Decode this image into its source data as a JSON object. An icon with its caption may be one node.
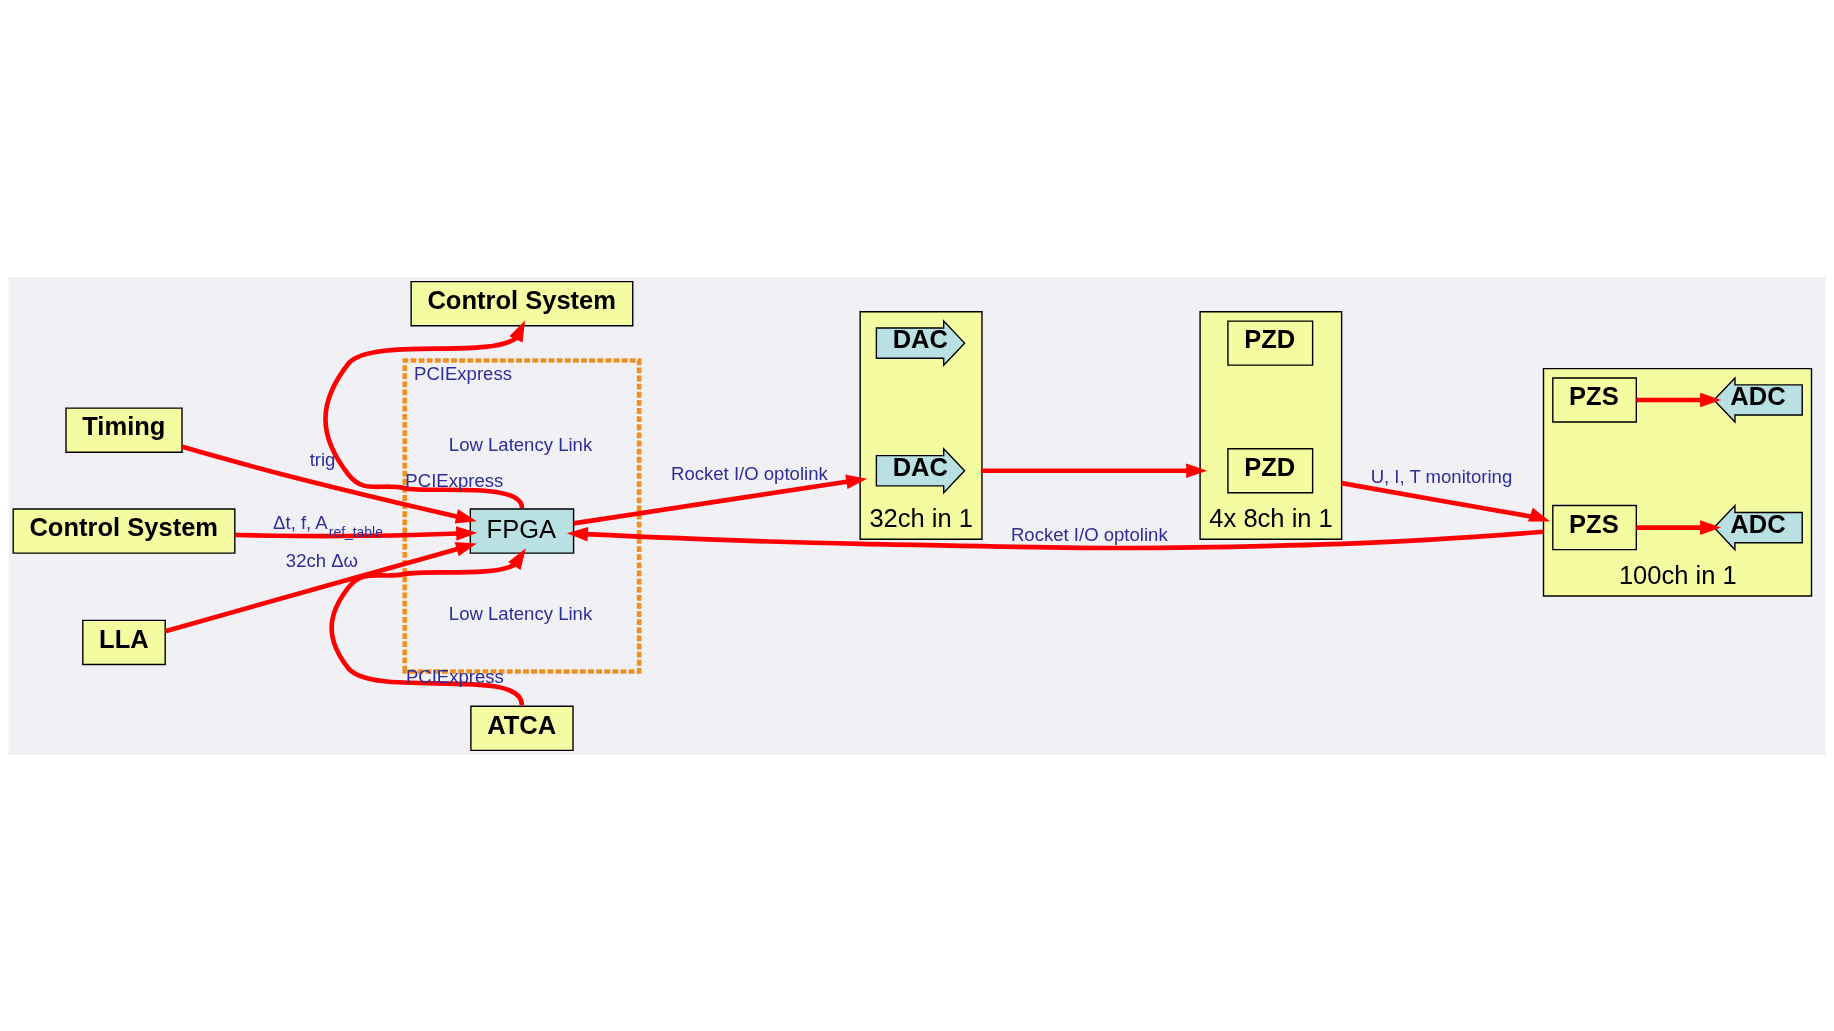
{
  "diagram": {
    "nodes": [
      {
        "text": [
          "ATCA"
        ]
      },
      {
        "text": [
          "PCIExpress"
        ]
      },
      {
        "text": [
          "Control System"
        ]
      },
      {
        "text": [
          "Timing"
        ]
      },
      {
        "text": [
          "LLA"
        ]
      },
      {
        "text": [
          "FPGA"
        ],
        "in": 1
      },
      {
        "text": [
          "32ch in 1"
        ]
      },
      {
        "text": [
          "DAC"
        ],
        "in": 6
      },
      {
        "text": [
          "DAC"
        ],
        "in": 6
      },
      {
        "text": [
          "4x 8ch in 1"
        ]
      },
      {
        "text": [
          "PZD"
        ],
        "in": 9
      },
      {
        "text": [
          "PZD"
        ],
        "in": 9
      },
      {
        "text": [
          "100ch in 1"
        ]
      },
      {
        "text": [
          "ADC"
        ],
        "in": 12
      },
      {
        "text": [
          "PZS"
        ],
        "in": 12
      },
      {
        "text": [
          "ADC"
        ],
        "in": 12
      },
      {
        "text": [
          "PZS"
        ],
        "in": 12
      },
      {
        "text": [
          "Control System"
        ]
      }
    ],
    "edges": [
      {
        "from": 0,
        "to": 5,
        "arrow": "to",
        "label": "PCIExpress"
      },
      {
        "from": 2,
        "to": 5,
        "arrow": "to",
        "label": "Δt, f, A$_{ref_table}$"
      },
      {
        "from": 3,
        "to": 5,
        "arrow": "to",
        "label": "trig"
      },
      {
        "from": 4,
        "to": 5,
        "arrow": "to",
        "label": "32ch Δω"
      },
      {
        "from": 5,
        "to": 6,
        "arrow": "to",
        "label": "Rocket I/O optolink"
      },
      {
        "from": 6,
        "to": 9,
        "arrow": "to"
      },
      {
        "from": 9,
        "to": 12,
        "arrow": "to",
        "label": "U, I, T monitoring"
      },
      {
        "from": 14,
        "to": 13,
        "arrow": "to"
      },
      {
        "from": 16,
        "to": 15,
        "arrow": "to"
      },
      {
        "from": 12,
        "to": 5,
        "arrow": "to",
        "label": "Rocket I/O optolink"
      },
      {
        "from": 5,
        "to": 17,
        "arrow": "to",
        "label": "PCIExpress"
      }
    ],
    "labels": [
      "Low Latency Link",
      "Low Latency Link"
    ]
  }
}
